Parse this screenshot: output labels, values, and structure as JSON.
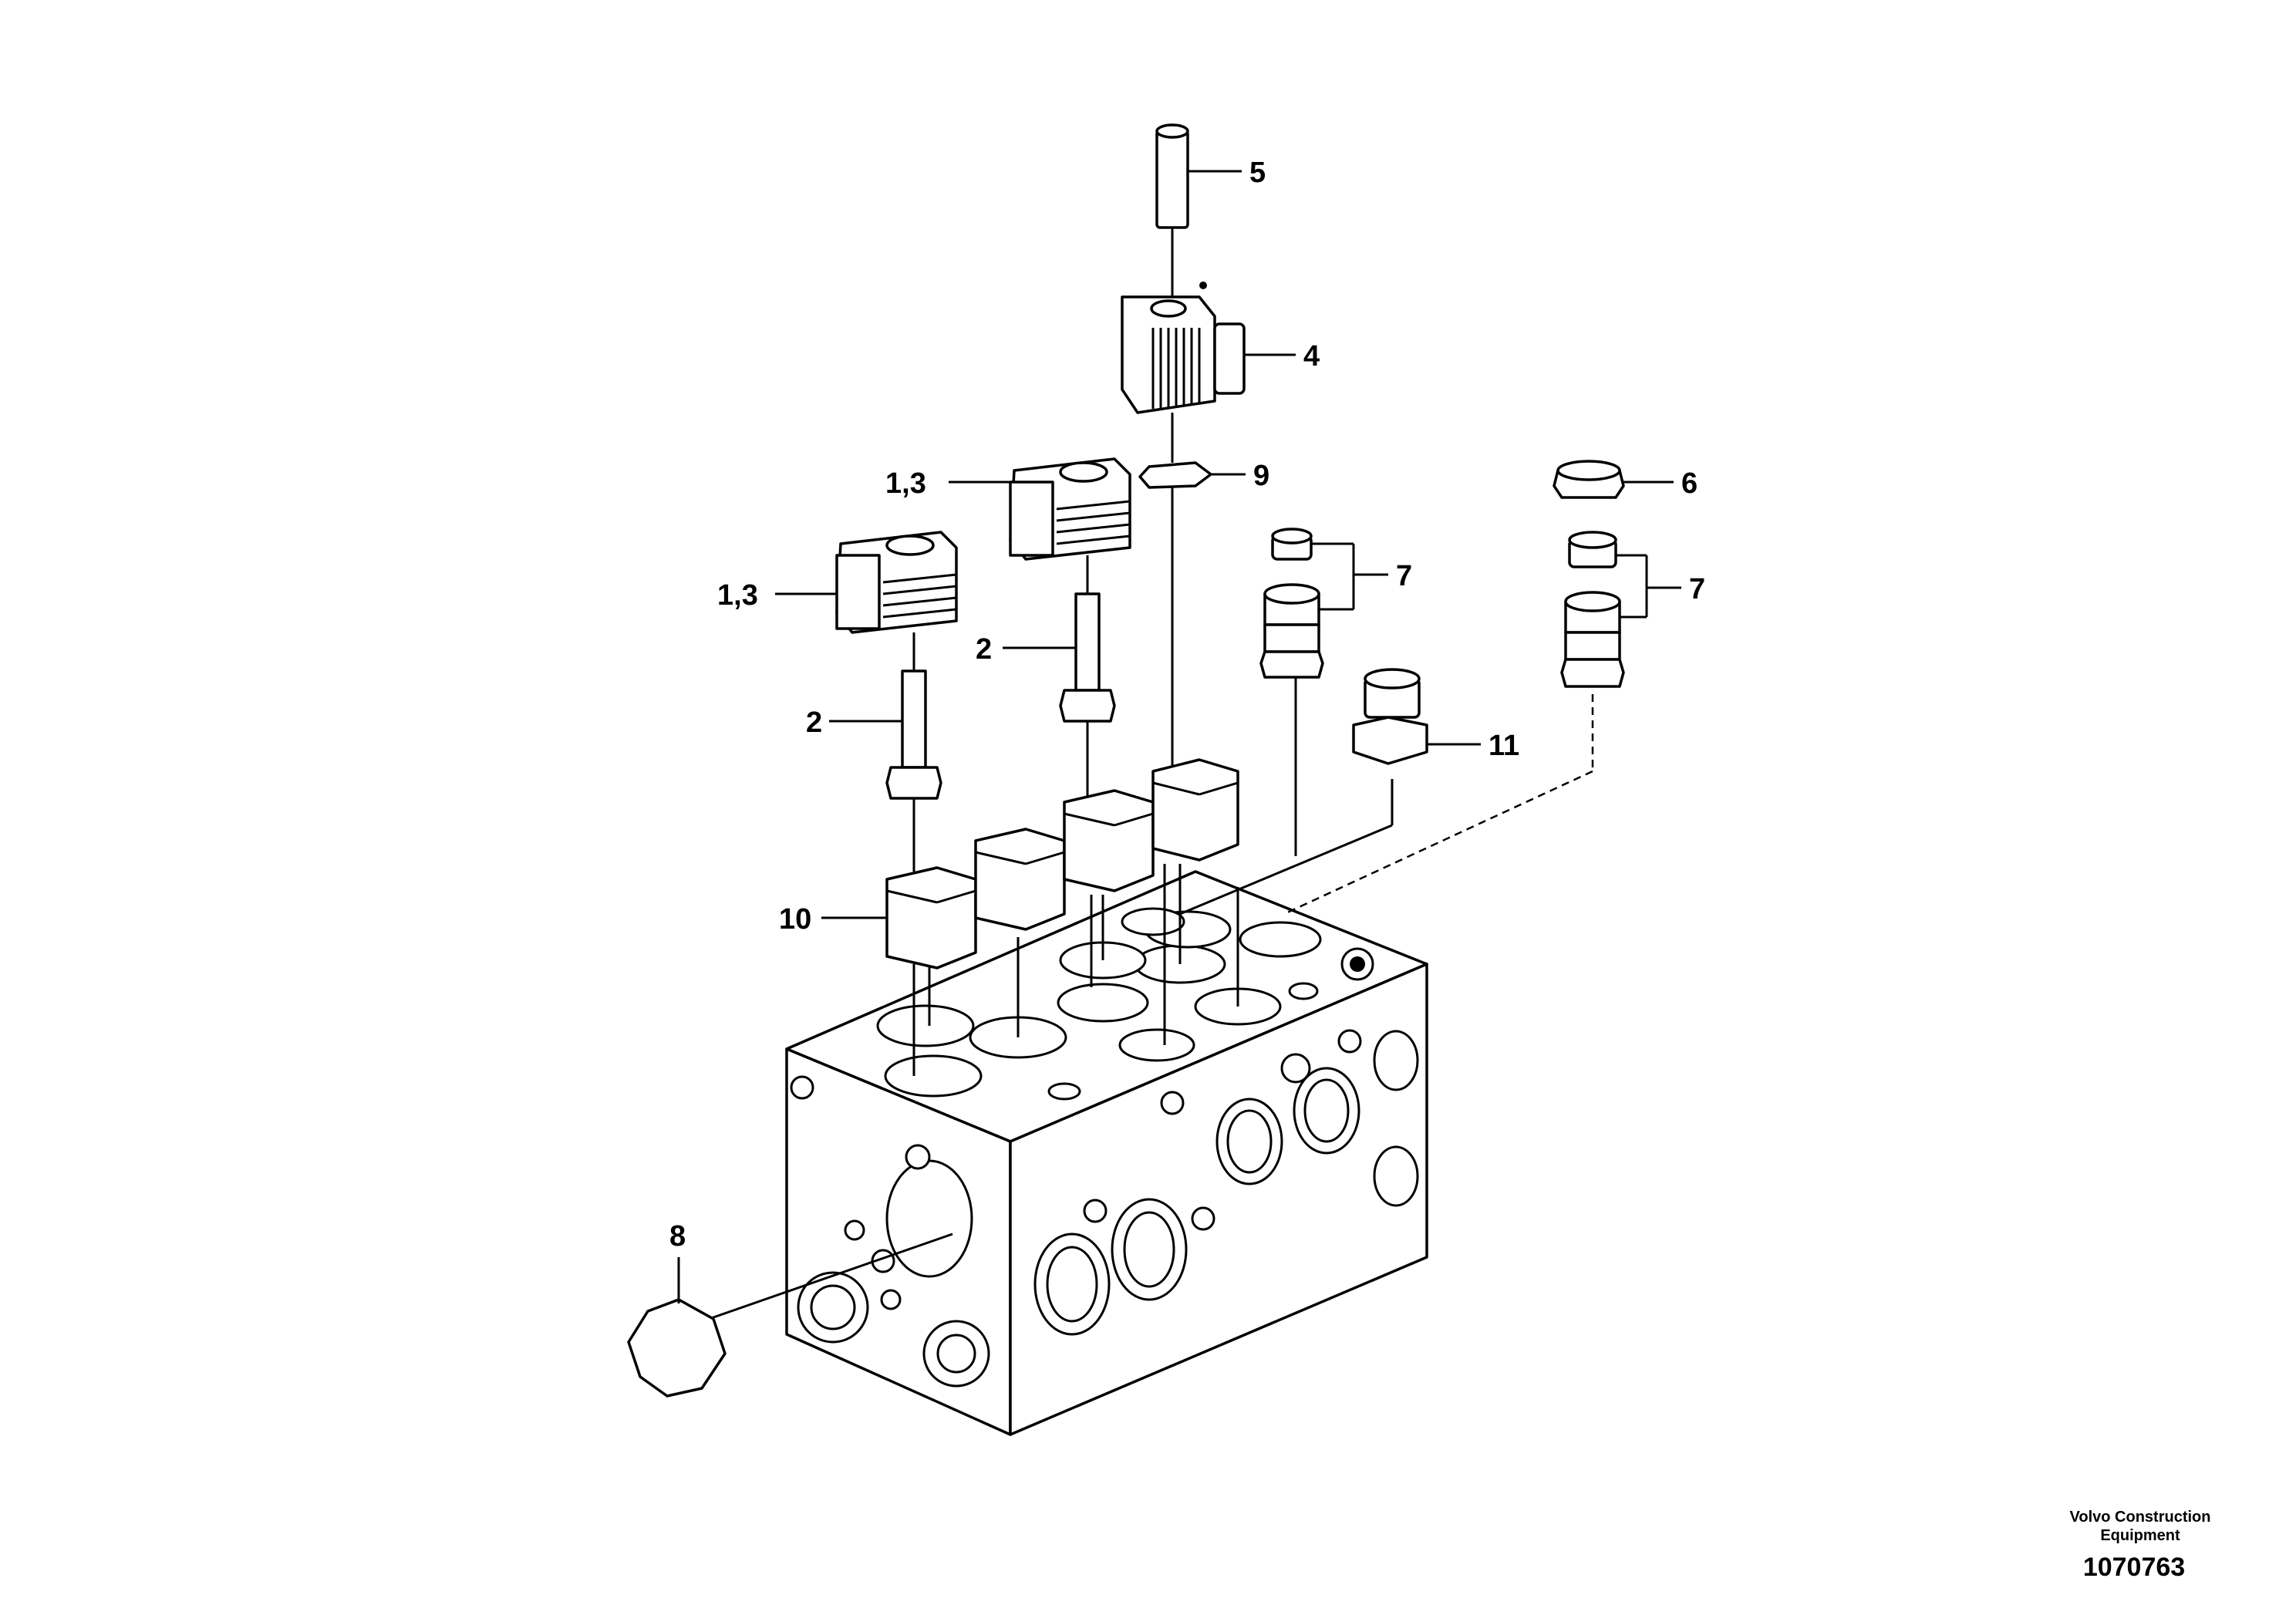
{
  "callouts": {
    "c5": "5",
    "c4": "4",
    "c9": "9",
    "c13a": "1,3",
    "c13b": "1,3",
    "c2a": "2",
    "c2b": "2",
    "c6": "6",
    "c7a": "7",
    "c7b": "7",
    "c11": "11",
    "c10": "10",
    "c8": "8"
  },
  "footer": {
    "brand_line1": "Volvo Construction",
    "brand_line2": "Equipment",
    "document_number": "1070763"
  }
}
